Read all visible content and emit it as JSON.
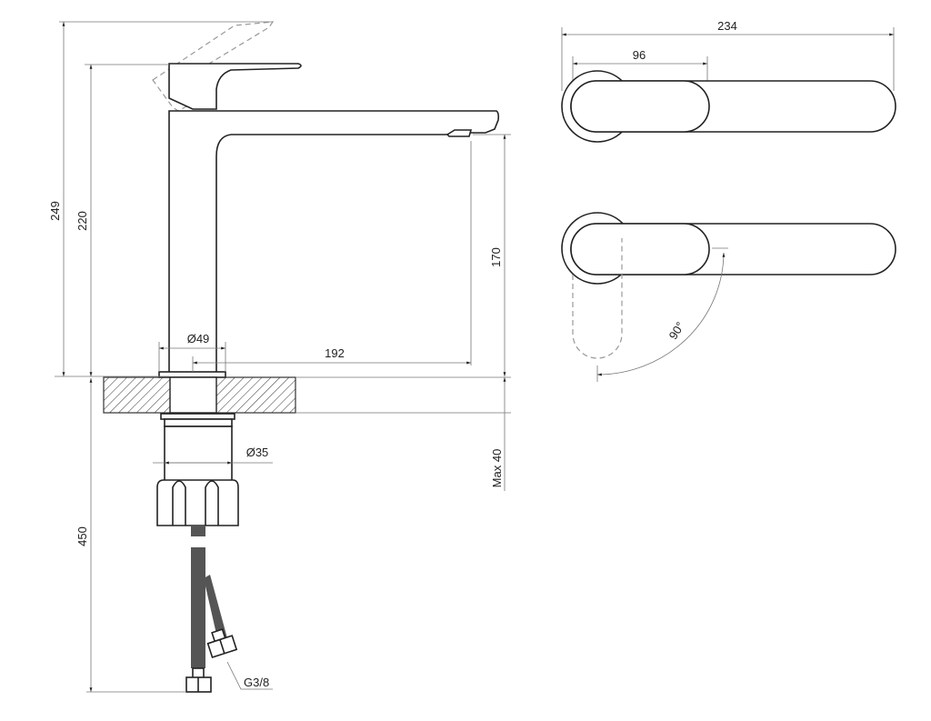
{
  "side_view": {
    "dim_total_height": "249",
    "dim_body_height": "220",
    "dim_spout_height": "170",
    "dim_base_diameter": "Ø49",
    "dim_spout_reach": "192",
    "dim_shank_diameter": "Ø35",
    "dim_max_counter": "Max 40",
    "dim_hose_length": "450",
    "dim_hose_thread": "G3/8"
  },
  "top_view": {
    "dim_overall_length": "234",
    "dim_lever_length": "96",
    "dim_rotation_angle": "90°"
  }
}
